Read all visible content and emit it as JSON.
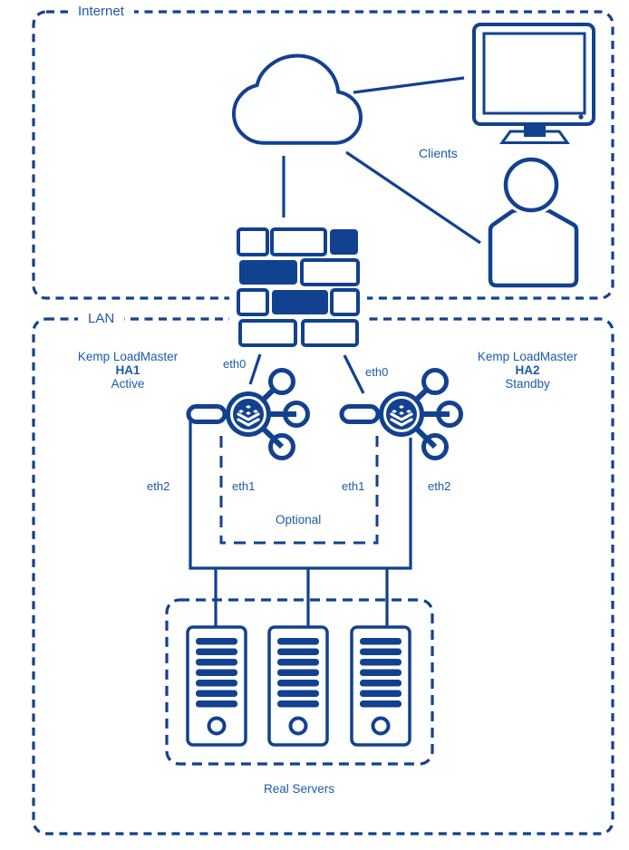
{
  "diagram": {
    "title_context": "Kemp LoadMaster HA network topology",
    "zones": {
      "internet": {
        "label": "Internet"
      },
      "lan": {
        "label": "LAN"
      }
    },
    "labels": {
      "clients": "Clients",
      "optional": "Optional",
      "real_servers": "Real Servers"
    },
    "loadmasters": [
      {
        "name": "Kemp LoadMaster",
        "id": "HA1",
        "state": "Active"
      },
      {
        "name": "Kemp LoadMaster",
        "id": "HA2",
        "state": "Standby"
      }
    ],
    "ports": {
      "eth0": "eth0",
      "eth1": "eth1",
      "eth2": "eth2"
    },
    "colors": {
      "line": "#12418f",
      "text": "#1e5aa9",
      "fill": "#12418f"
    }
  }
}
